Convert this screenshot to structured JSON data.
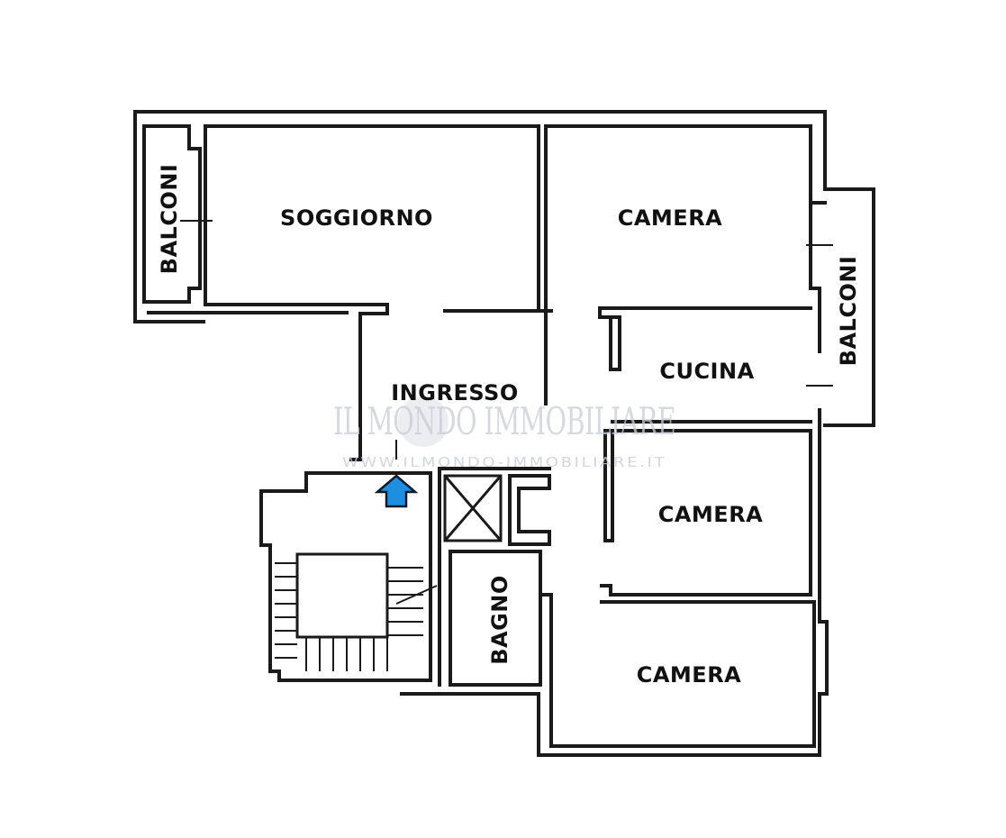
{
  "rooms": {
    "soggiorno": "SOGGIORNO",
    "camera_top": "CAMERA",
    "cucina": "CUCINA",
    "ingresso": "INGRESSO",
    "camera_middle": "CAMERA",
    "camera_bottom": "CAMERA",
    "bagno": "BAGNO",
    "balconi_left": "BALCONI",
    "balconi_right": "BALCONI"
  },
  "watermark": {
    "brand": "IL MONDO IMMOBILIARE",
    "url": "WWW.ILMONDO-IMMOBILIARE.IT"
  },
  "icons": {
    "entrance": "up-arrow-icon",
    "elevator": "elevator-shaft-icon",
    "stairs": "staircase-icon"
  },
  "colors": {
    "wall": "#1a1a1a",
    "arrow": "#1e8fe0",
    "watermark": "#c9ccd6"
  }
}
